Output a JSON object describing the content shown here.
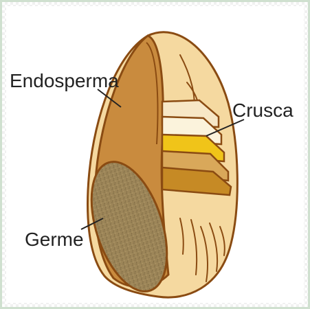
{
  "diagram": {
    "labels": {
      "endosperm": "Endosperma",
      "bran": "Crusca",
      "germ": "Germe"
    },
    "colors": {
      "outline": "#8a4b12",
      "endosperm": "#c98b3e",
      "kernel_skin": "#f5d9a0",
      "germ": "#9c8558",
      "bran_layer_1": "#f7e7c6",
      "bran_layer_2": "#fbf3dc",
      "bran_layer_3": "#f0c419",
      "bran_layer_4": "#d9a85a",
      "bran_layer_5": "#c68a25"
    }
  }
}
